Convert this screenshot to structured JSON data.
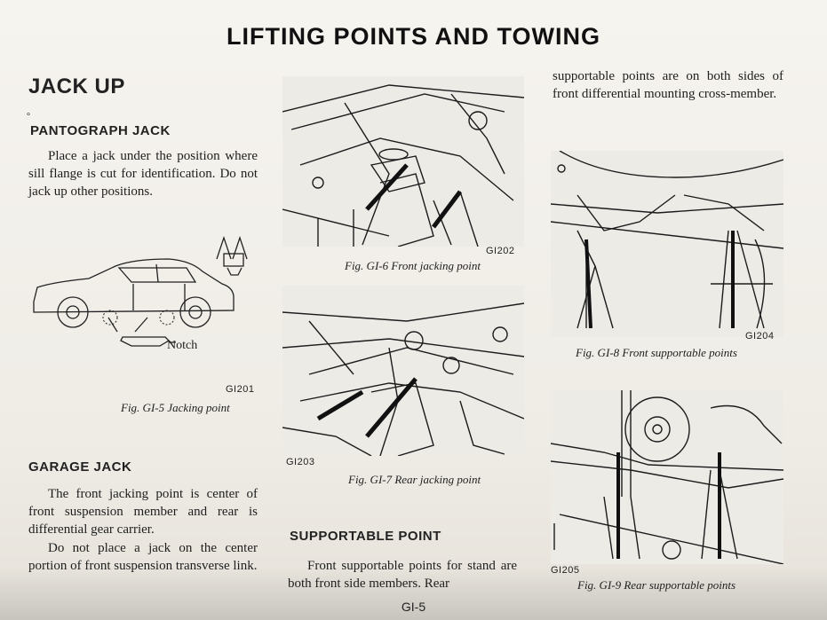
{
  "page": {
    "title": "LIFTING POINTS AND TOWING",
    "page_number": "GI-5"
  },
  "jack_up": {
    "heading": "JACK UP",
    "pantograph": {
      "heading": "PANTOGRAPH JACK",
      "text": "Place a jack under the position where sill flange is cut for identification. Do not jack up other positions."
    },
    "figure_5": {
      "label_notch": "Notch",
      "code": "GI201",
      "caption": "Fig. GI-5 Jacking point"
    },
    "garage": {
      "heading": "GARAGE JACK",
      "text1": "The front jacking point is center of front suspension member and rear is differential gear carrier.",
      "text2": "Do not place a jack on the center portion of front suspension transverse link."
    }
  },
  "middle": {
    "figure_6": {
      "code": "GI202",
      "caption": "Fig. GI-6 Front jacking point"
    },
    "figure_7": {
      "code": "GI203",
      "caption": "Fig. GI-7 Rear jacking point"
    },
    "supportable": {
      "heading": "SUPPORTABLE POINT",
      "text": "Front supportable points for stand are both front side members. Rear"
    }
  },
  "right": {
    "continued_text": "supportable points are on both sides of front differential mounting cross-member.",
    "figure_8": {
      "code": "GI204",
      "caption": "Fig. GI-8 Front supportable points"
    },
    "figure_9": {
      "code": "GI205",
      "caption": "Fig. GI-9 Rear supportable points"
    }
  }
}
